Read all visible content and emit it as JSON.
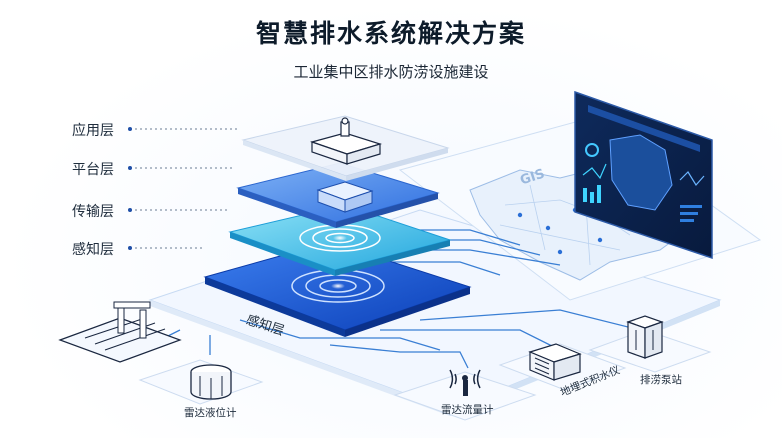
{
  "header": {
    "title": "智慧排水系统解决方案",
    "subtitle": "工业集中区排水防涝设施建设"
  },
  "layers": [
    {
      "label": "应用层"
    },
    {
      "label": "平台层"
    },
    {
      "label": "传输层"
    },
    {
      "label": "感知层"
    }
  ],
  "stack_label": "感知层",
  "gis_label": "GIS",
  "devices": [
    {
      "label": "雷达液位计"
    },
    {
      "label": "雷达流量计"
    },
    {
      "label": "地埋式积水仪"
    },
    {
      "label": "排涝泵站"
    }
  ],
  "colors": {
    "application": "#eef3fb",
    "platform": "#4d8fec",
    "transport": "#3fc2e6",
    "perception": "#1656d6",
    "line": "#3a7fd4"
  }
}
